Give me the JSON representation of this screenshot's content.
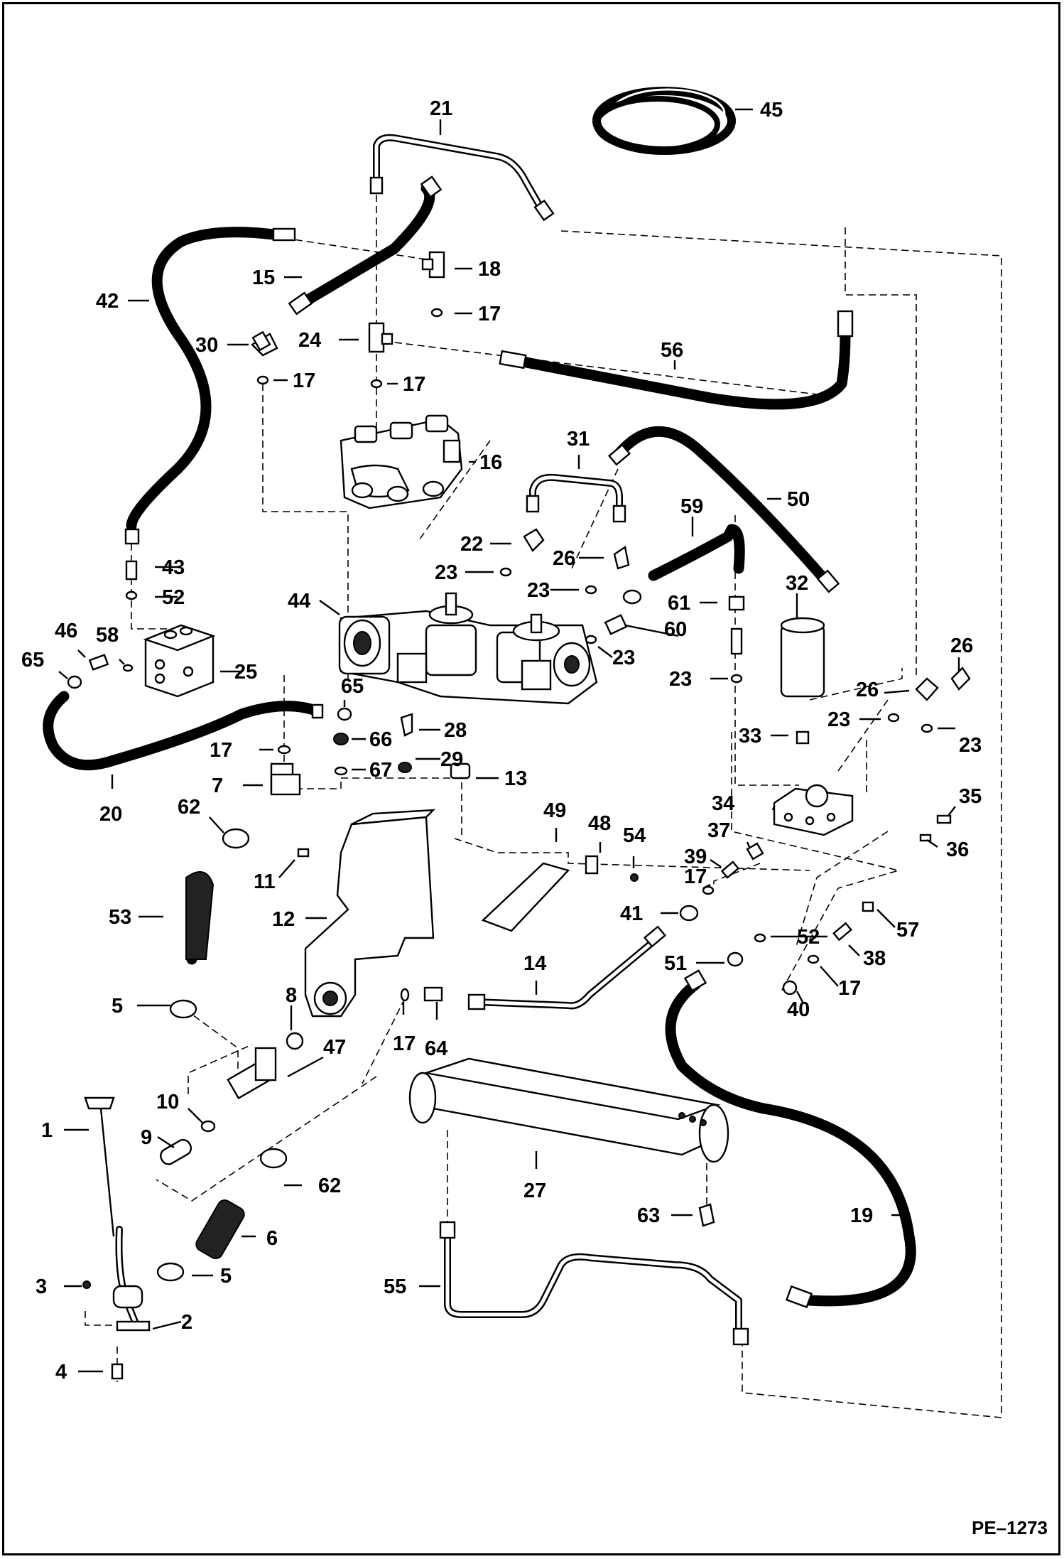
{
  "diagram_code": "PE–1273",
  "callouts": [
    {
      "id": "c45",
      "text": "45"
    },
    {
      "id": "c21",
      "text": "21"
    },
    {
      "id": "c42",
      "text": "42"
    },
    {
      "id": "c15",
      "text": "15"
    },
    {
      "id": "c18",
      "text": "18"
    },
    {
      "id": "c17a",
      "text": "17"
    },
    {
      "id": "c30",
      "text": "30"
    },
    {
      "id": "c24",
      "text": "24"
    },
    {
      "id": "c56",
      "text": "56"
    },
    {
      "id": "c17b",
      "text": "17"
    },
    {
      "id": "c17c",
      "text": "17"
    },
    {
      "id": "c16",
      "text": "16"
    },
    {
      "id": "c31",
      "text": "31"
    },
    {
      "id": "c50",
      "text": "50"
    },
    {
      "id": "c59",
      "text": "59"
    },
    {
      "id": "c22",
      "text": "22"
    },
    {
      "id": "c26a",
      "text": "26"
    },
    {
      "id": "c23a",
      "text": "23"
    },
    {
      "id": "c23b",
      "text": "23"
    },
    {
      "id": "c32",
      "text": "32"
    },
    {
      "id": "c43",
      "text": "43"
    },
    {
      "id": "c52a",
      "text": "52"
    },
    {
      "id": "c44",
      "text": "44"
    },
    {
      "id": "c61",
      "text": "61"
    },
    {
      "id": "c60",
      "text": "60"
    },
    {
      "id": "c23c",
      "text": "23"
    },
    {
      "id": "c23d",
      "text": "23"
    },
    {
      "id": "c26b",
      "text": "26"
    },
    {
      "id": "c26c",
      "text": "26"
    },
    {
      "id": "c46",
      "text": "46"
    },
    {
      "id": "c58",
      "text": "58"
    },
    {
      "id": "c65a",
      "text": "65"
    },
    {
      "id": "c25",
      "text": "25"
    },
    {
      "id": "c65b",
      "text": "65"
    },
    {
      "id": "c23e",
      "text": "23"
    },
    {
      "id": "c23f",
      "text": "23"
    },
    {
      "id": "c28",
      "text": "28"
    },
    {
      "id": "c17d",
      "text": "17"
    },
    {
      "id": "c66",
      "text": "66"
    },
    {
      "id": "c33",
      "text": "33"
    },
    {
      "id": "c67",
      "text": "67"
    },
    {
      "id": "c29",
      "text": "29"
    },
    {
      "id": "c13",
      "text": "13"
    },
    {
      "id": "c7",
      "text": "7"
    },
    {
      "id": "c20",
      "text": "20"
    },
    {
      "id": "c62a",
      "text": "62"
    },
    {
      "id": "c34",
      "text": "34"
    },
    {
      "id": "c35",
      "text": "35"
    },
    {
      "id": "c49",
      "text": "49"
    },
    {
      "id": "c48",
      "text": "48"
    },
    {
      "id": "c54",
      "text": "54"
    },
    {
      "id": "c37",
      "text": "37"
    },
    {
      "id": "c36",
      "text": "36"
    },
    {
      "id": "c11",
      "text": "11"
    },
    {
      "id": "c39",
      "text": "39"
    },
    {
      "id": "c17e",
      "text": "17"
    },
    {
      "id": "c53",
      "text": "53"
    },
    {
      "id": "c12",
      "text": "12"
    },
    {
      "id": "c41",
      "text": "41"
    },
    {
      "id": "c57",
      "text": "57"
    },
    {
      "id": "c52b",
      "text": "52"
    },
    {
      "id": "c38",
      "text": "38"
    },
    {
      "id": "c14",
      "text": "14"
    },
    {
      "id": "c51",
      "text": "51"
    },
    {
      "id": "c17f",
      "text": "17"
    },
    {
      "id": "c5a",
      "text": "5"
    },
    {
      "id": "c40",
      "text": "40"
    },
    {
      "id": "c8",
      "text": "8"
    },
    {
      "id": "c47",
      "text": "47"
    },
    {
      "id": "c17g",
      "text": "17"
    },
    {
      "id": "c64",
      "text": "64"
    },
    {
      "id": "c10",
      "text": "10"
    },
    {
      "id": "c1",
      "text": "1"
    },
    {
      "id": "c9",
      "text": "9"
    },
    {
      "id": "c27",
      "text": "27"
    },
    {
      "id": "c62b",
      "text": "62"
    },
    {
      "id": "c6",
      "text": "6"
    },
    {
      "id": "c63",
      "text": "63"
    },
    {
      "id": "c19",
      "text": "19"
    },
    {
      "id": "c3",
      "text": "3"
    },
    {
      "id": "c5b",
      "text": "5"
    },
    {
      "id": "c55",
      "text": "55"
    },
    {
      "id": "c2",
      "text": "2"
    },
    {
      "id": "c4",
      "text": "4"
    }
  ]
}
